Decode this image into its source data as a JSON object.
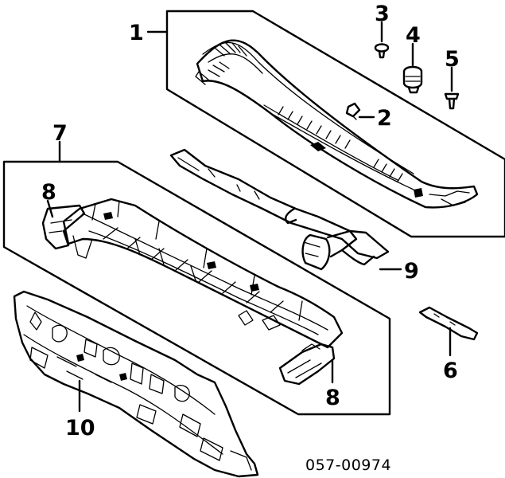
{
  "callouts": {
    "c1": "1",
    "c2": "2",
    "c3": "3",
    "c4": "4",
    "c5": "5",
    "c6": "6",
    "c7": "7",
    "c8a": "8",
    "c8b": "8",
    "c9": "9",
    "c10": "10"
  },
  "diagram_code": "057-00974"
}
